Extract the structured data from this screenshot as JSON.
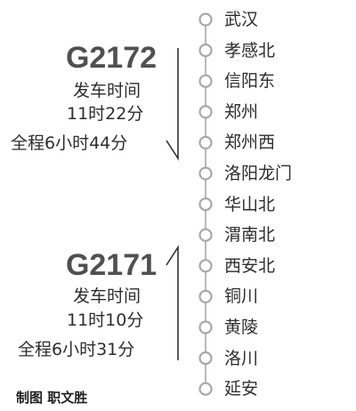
{
  "stations": [
    "武汉",
    "孝感北",
    "信阳东",
    "郑州",
    "郑州西",
    "洛阳龙门",
    "华山北",
    "渭南北",
    "西安北",
    "铜川",
    "黄陵",
    "洛川",
    "延安"
  ],
  "trains": [
    {
      "code": "G2172",
      "depart_label": "发车时间",
      "depart_time": "11时22分",
      "duration": "全程6小时44分",
      "direction": "down"
    },
    {
      "code": "G2171",
      "depart_label": "发车时间",
      "depart_time": "11时10分",
      "duration": "全程6小时31分",
      "direction": "up"
    }
  ],
  "credit": "制图  职文胜",
  "colors": {
    "rail": "#b9b9b9",
    "station_ring": "#a8a8a8",
    "arrow": "#333333"
  }
}
